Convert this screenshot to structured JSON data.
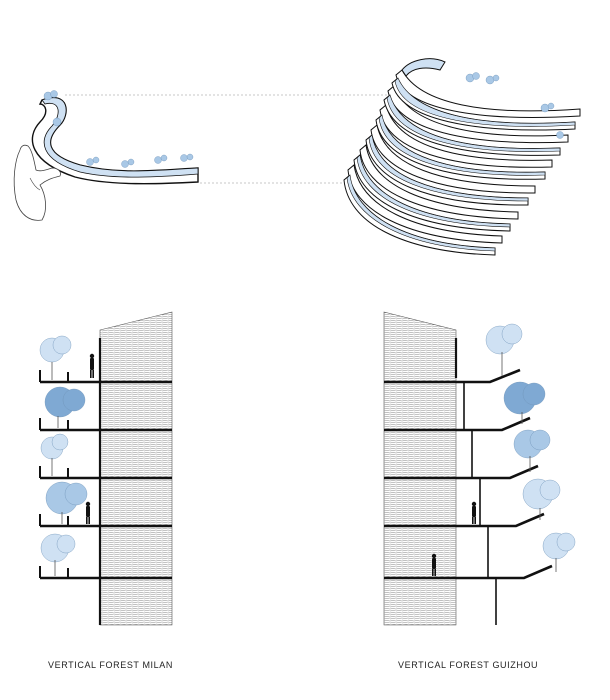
{
  "captions": {
    "milan": "VERTICAL FOREST MILAN",
    "guizhou": "VERTICAL FOREST GUIZHOU"
  },
  "colors": {
    "ink": "#111111",
    "foliage_light": "#cfe1f3",
    "foliage_mid": "#a9c8e6",
    "foliage_dark": "#7fa9d3",
    "planter_fill": "#dbe9f7",
    "hatch": "#7a7a7a",
    "dashed_guide": "#b5b5b5"
  },
  "diagram": {
    "top_left": "curved single balcony held by a hand",
    "top_right": "stacked curved balconies forming a spiral tower",
    "bottom_left": "section with straight cantilevered balconies and trees",
    "bottom_right": "section with upturned balcony edges and trees"
  }
}
